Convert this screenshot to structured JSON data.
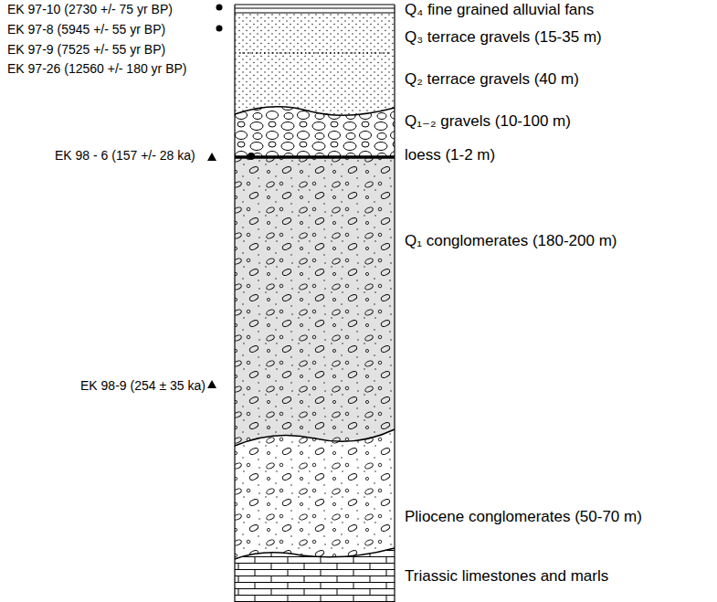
{
  "diagram": {
    "labels": [
      "EK 97-10 (2730 +/- 75 yr BP)",
      "EK 97-8 (5945 +/- 55 yr BP)",
      "EK 97-9 (7525 +/- 55 yr BP)",
      "EK 97-26 (12560 +/- 180 yr BP)",
      "EK 98 - 6 (157 +/- 28 ka)",
      "EK 98-9 (254 ± 35 ka)",
      "Q₄ fine grained alluvial fans",
      "Q₃ terrace gravels (15-35 m)",
      "Q₂ terrace gravels (40 m)",
      "Q₁₋₂ gravels (10-100 m)",
      "loess (1-2 m)",
      "Q₁ conglomerates (180-200 m)",
      "Pliocene conglomerates (50-70 m)",
      "Triassic limestones and marls"
    ]
  }
}
